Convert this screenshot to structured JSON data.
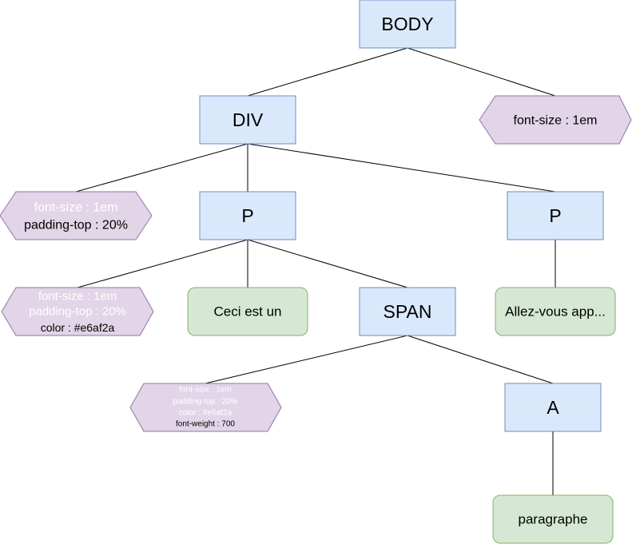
{
  "colors": {
    "element_fill": "#dae8fc",
    "element_stroke": "#6c8ebf",
    "text_fill": "#d5e8d4",
    "text_stroke": "#82b366",
    "style_fill": "#e1d5e7",
    "style_stroke": "#9673a6",
    "inherited_text": "#ffffff",
    "own_text": "#000000",
    "edge": "#000000"
  },
  "nodes": {
    "body": {
      "label": "BODY"
    },
    "div": {
      "label": "DIV"
    },
    "body_style": {
      "lines": [
        {
          "text": "font-size : 1em",
          "inherited": false
        }
      ]
    },
    "div_style": {
      "lines": [
        {
          "text": "font-size : 1em",
          "inherited": true
        },
        {
          "text": "padding-top : 20%",
          "inherited": false
        }
      ]
    },
    "p1": {
      "label": "P"
    },
    "p2": {
      "label": "P"
    },
    "p1_style": {
      "lines": [
        {
          "text": "font-size : 1em",
          "inherited": true
        },
        {
          "text": "padding-top : 20%",
          "inherited": true
        },
        {
          "text": "color : #e6af2a",
          "inherited": false
        }
      ]
    },
    "p1_text": {
      "label": "Ceci est un"
    },
    "span": {
      "label": "SPAN"
    },
    "p2_text": {
      "label": "Allez-vous app..."
    },
    "span_style": {
      "lines": [
        {
          "text": "font-size : 1em",
          "inherited": true
        },
        {
          "text": "padding-top : 20%",
          "inherited": true
        },
        {
          "text": "color : #e6af2a",
          "inherited": true
        },
        {
          "text": "font-weight : 700",
          "inherited": false
        }
      ]
    },
    "a": {
      "label": "A"
    },
    "a_text": {
      "label": "paragraphe"
    }
  }
}
